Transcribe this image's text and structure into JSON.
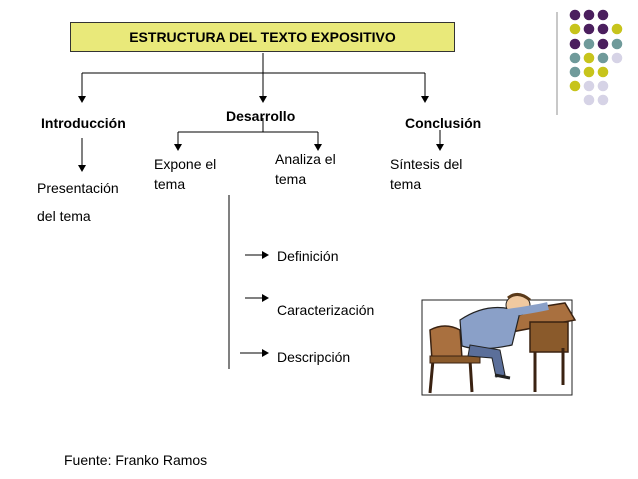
{
  "title": "ESTRUCTURA DEL TEXTO EXPOSITIVO",
  "sections": {
    "introduccion": {
      "label": "Introducción",
      "detail_line1": "Presentación",
      "detail_line2": "del tema"
    },
    "desarrollo": {
      "label": "Desarrollo",
      "expone": {
        "line1": "Expone el",
        "line2": "tema"
      },
      "analiza": {
        "line1": "Analiza el",
        "line2": "tema"
      },
      "items": [
        "Definición",
        "Caracterización",
        "Descripción"
      ]
    },
    "conclusion": {
      "label": "Conclusión",
      "detail_line1": "Síntesis del",
      "detail_line2": "tema"
    }
  },
  "source": "Fuente: Franko Ramos",
  "colors": {
    "title_fill": "#e9e97a",
    "dot_purple": "#4b1f5e",
    "dot_teal": "#6f9a9a",
    "dot_yellow": "#c7c41c",
    "dot_lavender": "#d6d3e6",
    "line_grey": "#b5b5b5"
  }
}
